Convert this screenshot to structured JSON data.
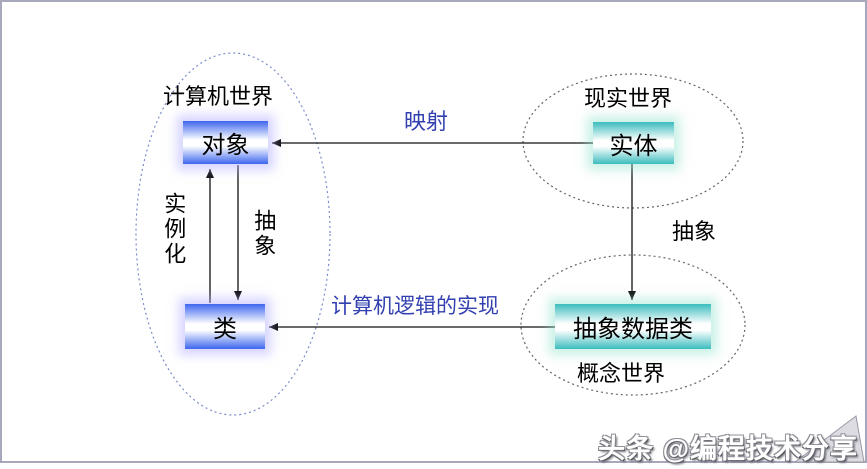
{
  "colors": {
    "frame-border": "#a7a7bd",
    "box-blue": "#3d66ee",
    "box-teal": "#3cbcbe",
    "label-blue": "#3240b0",
    "ellipse-blue": "#7b8ccb",
    "ellipse-gray": "#666666"
  },
  "diagram": {
    "computer_world": {
      "label": "计算机世界",
      "object_box": "对象",
      "class_box": "类",
      "instantiation_label": "实例化",
      "abstraction_label": "抽象"
    },
    "real_world": {
      "label": "现实世界",
      "entity_box": "实体"
    },
    "concept_world": {
      "label": "概念世界",
      "adc_box": "抽象数据类"
    },
    "relations": {
      "mapping": "映射",
      "abstraction": "抽象",
      "implementation": "计算机逻辑的实现"
    }
  },
  "watermark": {
    "text": "头条 @编程技术分享"
  }
}
